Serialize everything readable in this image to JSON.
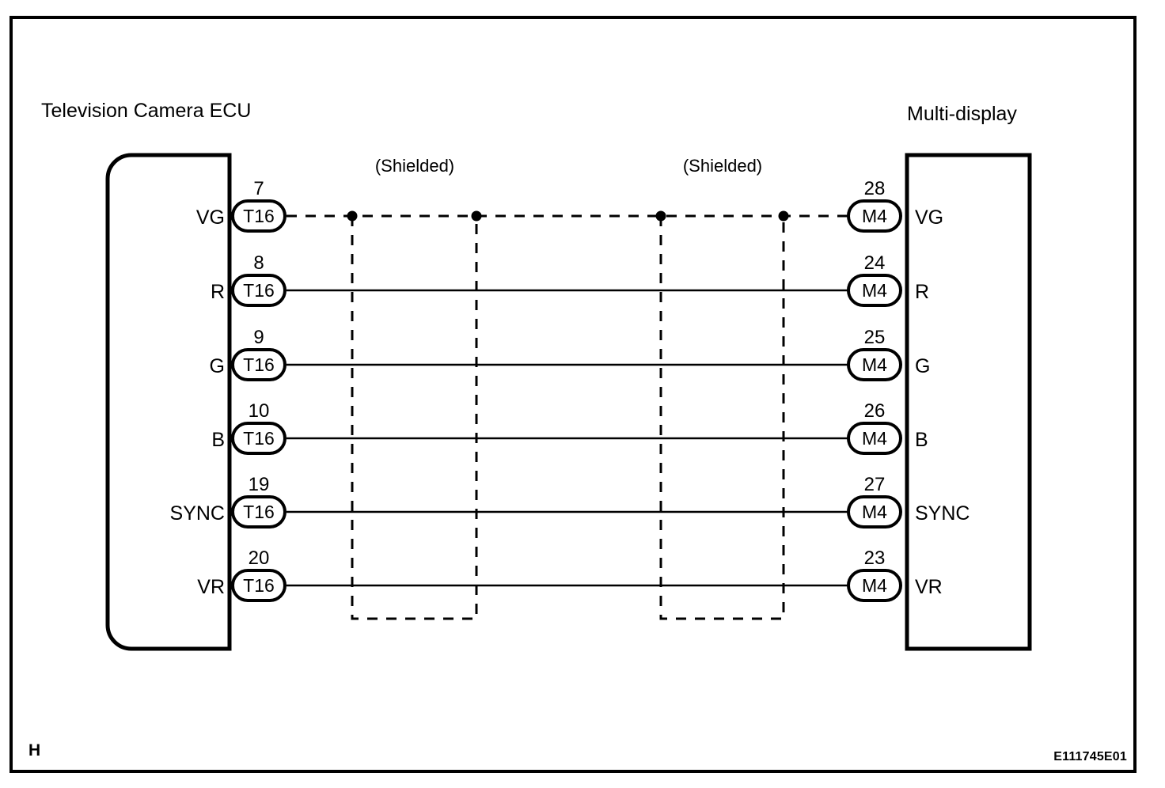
{
  "frame": {
    "border_color": "#000000",
    "background": "#ffffff"
  },
  "headings": {
    "left_unit": "Television Camera ECU",
    "right_unit": "Multi-display"
  },
  "shield_labels": [
    "(Shielded)",
    "(Shielded)"
  ],
  "left_unit": {
    "name": "Television Camera ECU",
    "connector": "T16",
    "terminals": [
      {
        "signal": "VG",
        "pin": "7",
        "connector": "T16"
      },
      {
        "signal": "R",
        "pin": "8",
        "connector": "T16"
      },
      {
        "signal": "G",
        "pin": "9",
        "connector": "T16"
      },
      {
        "signal": "B",
        "pin": "10",
        "connector": "T16"
      },
      {
        "signal": "SYNC",
        "pin": "19",
        "connector": "T16"
      },
      {
        "signal": "VR",
        "pin": "20",
        "connector": "T16"
      }
    ]
  },
  "right_unit": {
    "name": "Multi-display",
    "connector": "M4",
    "terminals": [
      {
        "signal": "VG",
        "pin": "28",
        "connector": "M4"
      },
      {
        "signal": "R",
        "pin": "24",
        "connector": "M4"
      },
      {
        "signal": "G",
        "pin": "25",
        "connector": "M4"
      },
      {
        "signal": "B",
        "pin": "26",
        "connector": "M4"
      },
      {
        "signal": "SYNC",
        "pin": "27",
        "connector": "M4"
      },
      {
        "signal": "VR",
        "pin": "23",
        "connector": "M4"
      }
    ]
  },
  "wires": [
    {
      "signal": "VG",
      "style": "dashed",
      "from_pin": "7",
      "to_pin": "28"
    },
    {
      "signal": "R",
      "style": "solid",
      "from_pin": "8",
      "to_pin": "24"
    },
    {
      "signal": "G",
      "style": "solid",
      "from_pin": "9",
      "to_pin": "25"
    },
    {
      "signal": "B",
      "style": "solid",
      "from_pin": "10",
      "to_pin": "26"
    },
    {
      "signal": "SYNC",
      "style": "solid",
      "from_pin": "19",
      "to_pin": "27"
    },
    {
      "signal": "VR",
      "style": "solid",
      "from_pin": "20",
      "to_pin": "23"
    }
  ],
  "junction_dots": 4,
  "footer": {
    "page_marker": "H",
    "figure_code": "E111745E01"
  }
}
